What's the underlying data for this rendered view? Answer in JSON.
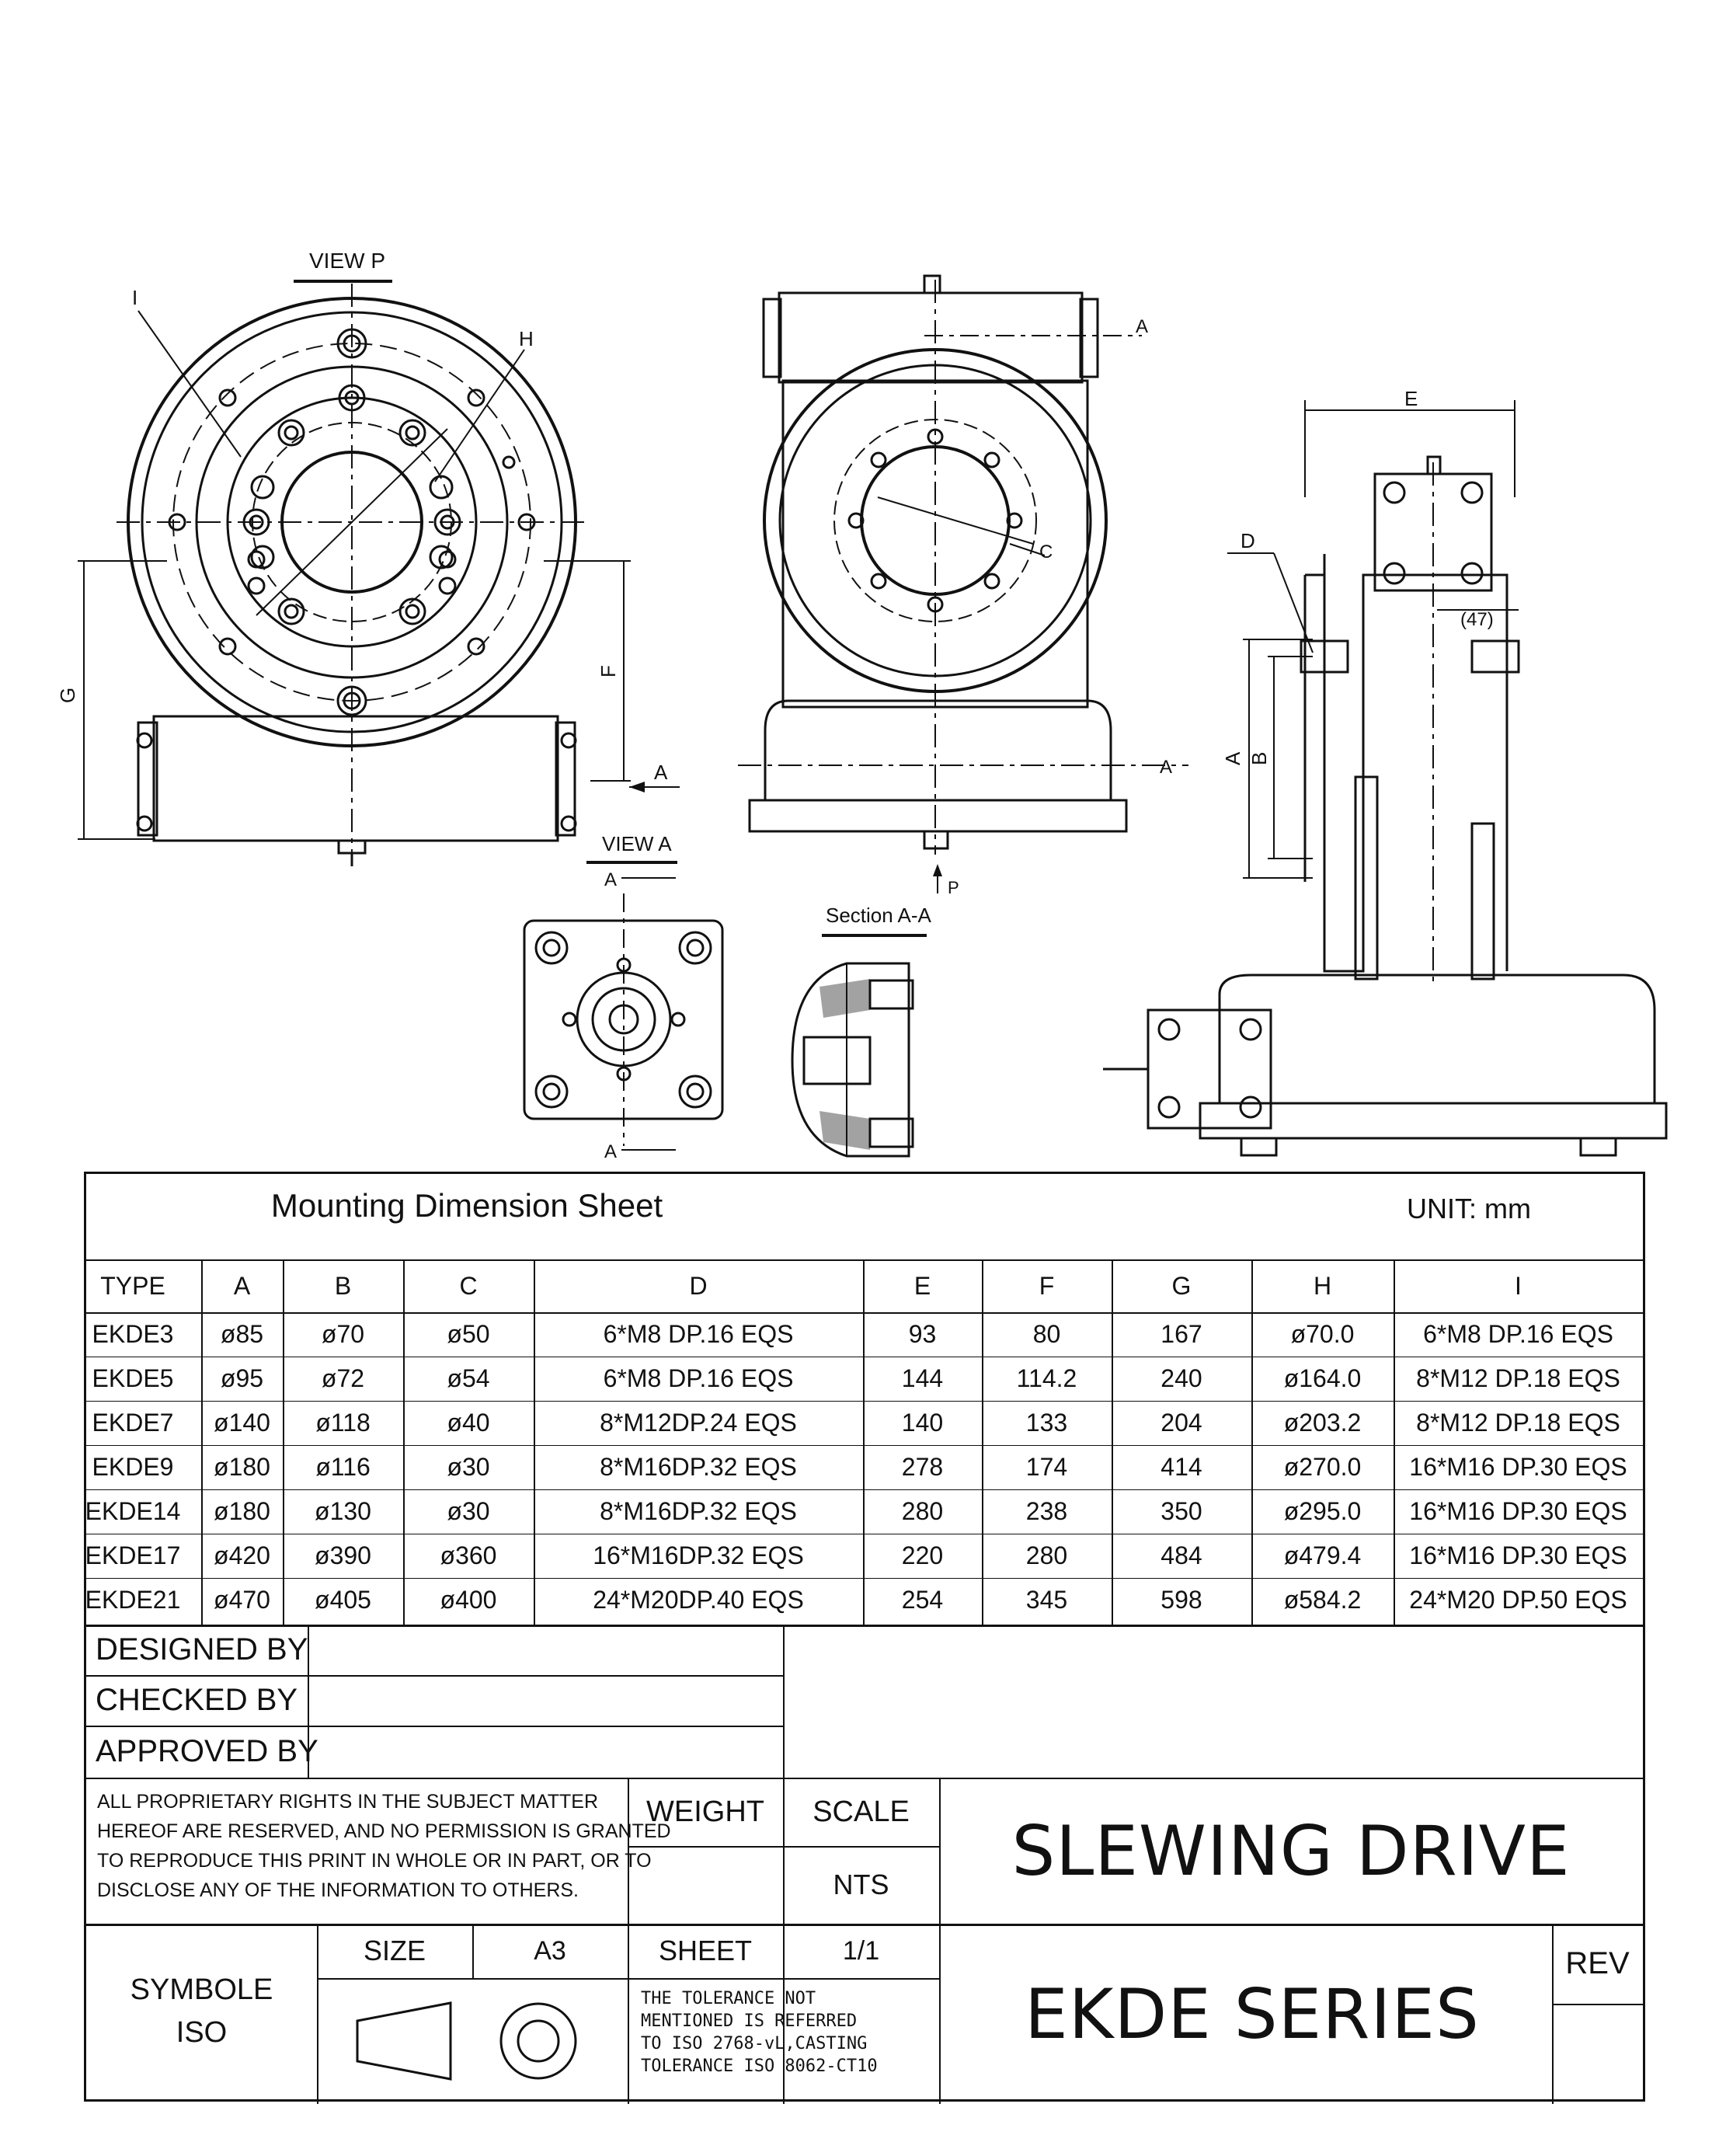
{
  "drawing": {
    "view_p_label": "VIEW P",
    "view_a_label": "VIEW A",
    "section_label": "Section A-A",
    "labels": {
      "I": "I",
      "H": "H",
      "G": "G",
      "F": "F",
      "A": "A",
      "C": "C",
      "D": "D",
      "E": "E",
      "B": "B",
      "P": "P",
      "dim47": "(47)"
    }
  },
  "sheet": {
    "title": "Mounting Dimension Sheet",
    "unit": "UNIT:  mm",
    "headers": [
      "TYPE",
      "A",
      "B",
      "C",
      "D",
      "E",
      "F",
      "G",
      "H",
      "I"
    ],
    "rows": [
      [
        "EKDE3",
        "ø85",
        "ø70",
        "ø50",
        "6*M8 DP.16 EQS",
        "93",
        "80",
        "167",
        "ø70.0",
        "6*M8 DP.16 EQS"
      ],
      [
        "EKDE5",
        "ø95",
        "ø72",
        "ø54",
        "6*M8 DP.16 EQS",
        "144",
        "114.2",
        "240",
        "ø164.0",
        "8*M12 DP.18 EQS"
      ],
      [
        "EKDE7",
        "ø140",
        "ø118",
        "ø40",
        "8*M12DP.24 EQS",
        "140",
        "133",
        "204",
        "ø203.2",
        "8*M12 DP.18 EQS"
      ],
      [
        "EKDE9",
        "ø180",
        "ø116",
        "ø30",
        "8*M16DP.32 EQS",
        "278",
        "174",
        "414",
        "ø270.0",
        "16*M16 DP.30 EQS"
      ],
      [
        "EKDE14",
        "ø180",
        "ø130",
        "ø30",
        "8*M16DP.32 EQS",
        "280",
        "238",
        "350",
        "ø295.0",
        "16*M16 DP.30 EQS"
      ],
      [
        "EKDE17",
        "ø420",
        "ø390",
        "ø360",
        "16*M16DP.32 EQS",
        "220",
        "280",
        "484",
        "ø479.4",
        "16*M16 DP.30 EQS"
      ],
      [
        "EKDE21",
        "ø470",
        "ø405",
        "ø400",
        "24*M20DP.40 EQS",
        "254",
        "345",
        "598",
        "ø584.2",
        "24*M20 DP.50 EQS"
      ]
    ]
  },
  "signoff": {
    "designed": "DESIGNED BY",
    "checked": "CHECKED BY",
    "approved": "APPROVED BY"
  },
  "notice": [
    "ALL PROPRIETARY RIGHTS IN THE SUBJECT MATTER",
    "HEREOF ARE RESERVED, AND NO PERMISSION IS GRANTED",
    "TO REPRODUCE THIS PRINT IN WHOLE OR IN PART, OR TO",
    "DISCLOSE ANY OF THE INFORMATION TO OTHERS."
  ],
  "weight_label": "WEIGHT",
  "scale_label": "SCALE",
  "scale_value": "NTS",
  "product_title": "SLEWING DRIVE",
  "series_title": "EKDE SERIES",
  "symbol_label_1": "SYMBOLE",
  "symbol_label_2": "ISO",
  "size_label": "SIZE",
  "size_value": "A3",
  "sheet_label": "SHEET",
  "sheet_value": "1/1",
  "tolerance": [
    "THE  TOLERANCE  NOT",
    "MENTIONED  IS  REFERRED",
    "TO  ISO  2768-vL,CASTING",
    "TOLERANCE  ISO  8062-CT10"
  ],
  "rev_label": "REV"
}
